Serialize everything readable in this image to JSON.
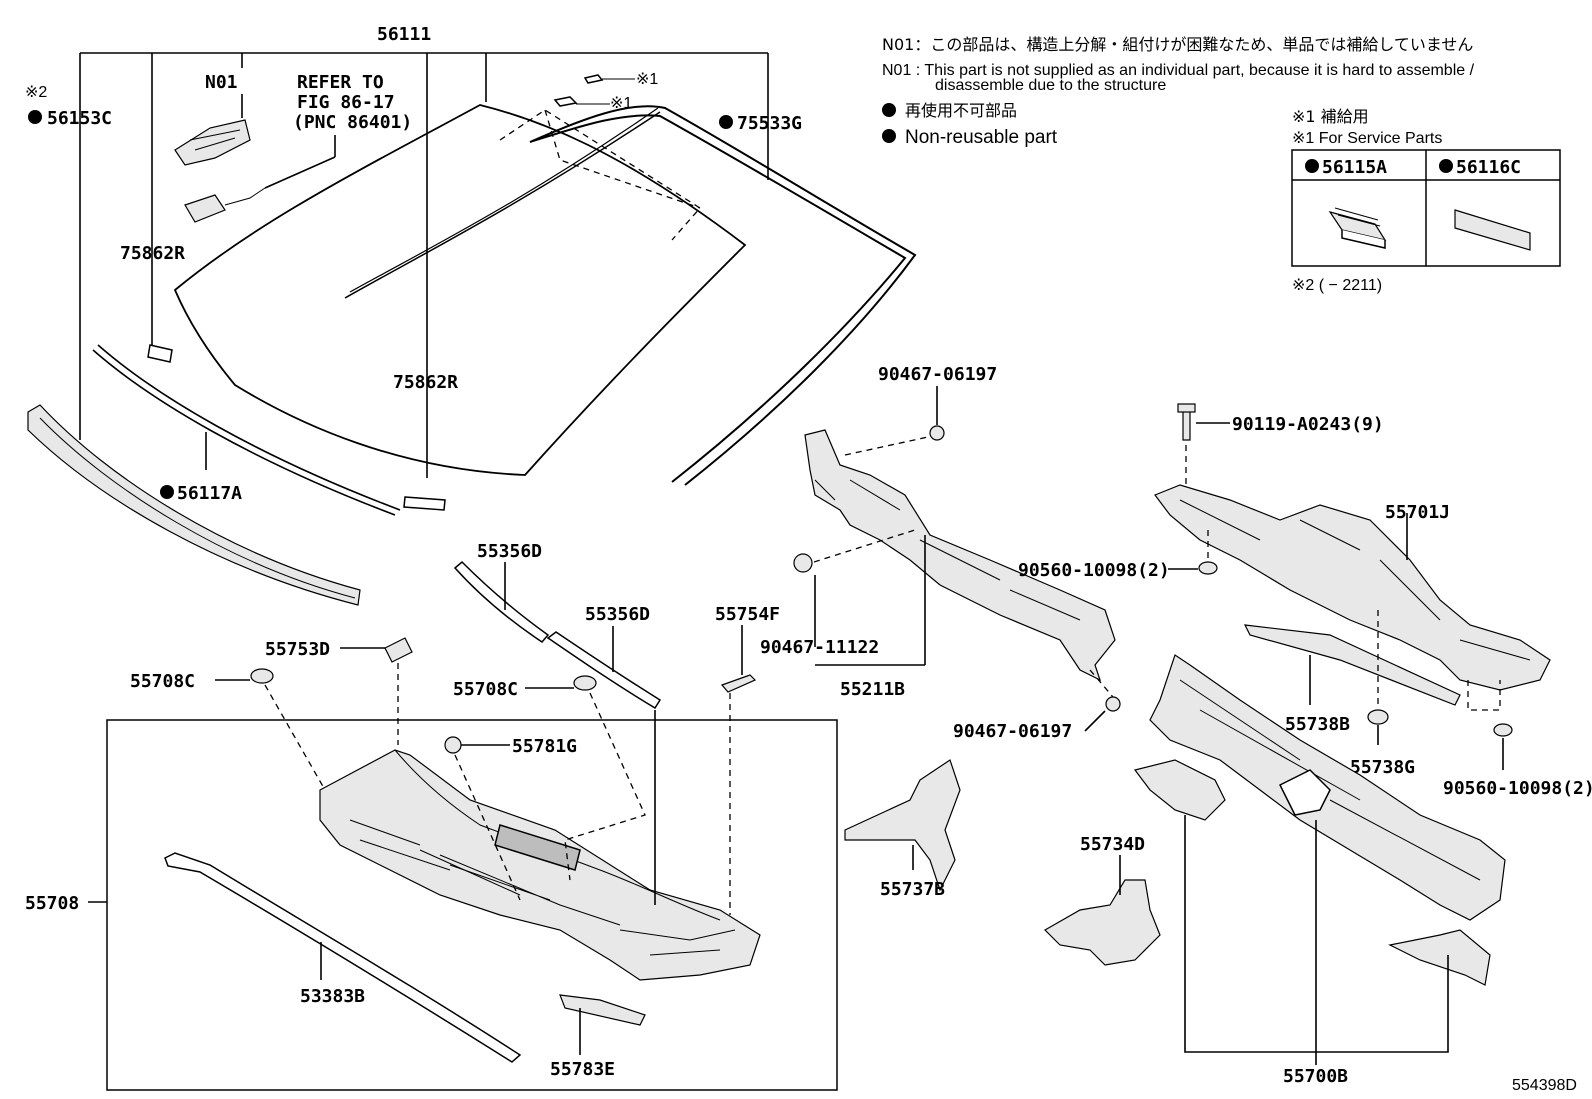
{
  "notes": {
    "n01_jp": "N01：この部品は、構造上分解・組付けが困難なため、単品では補給していません",
    "n01_en_line1": "N01 :  This part is not supplied as an individual part, because it is hard to assemble /",
    "n01_en_line2": "disassemble due to the structure",
    "nonreuse_jp": "再使用不可部品",
    "nonreuse_en": "Non-reusable part",
    "service_jp": "※1 補給用",
    "service_en": "※1 For Service Parts",
    "box_a": "56115A",
    "box_b": "56116C",
    "range_note": "※2 (      − 2211)",
    "mark1_a": "※1",
    "mark1_b": "※1",
    "mark2": "※2"
  },
  "labels": {
    "p56111": "56111",
    "pN01": "N01",
    "refer1": "REFER TO",
    "refer2": "FIG 86-17",
    "refer3": "(PNC 86401)",
    "p56153C": "56153C",
    "p75533G": "75533G",
    "p75862R_a": "75862R",
    "p75862R_b": "75862R",
    "p56117A": "56117A",
    "p55356D_a": "55356D",
    "p55356D_b": "55356D",
    "p55753D": "55753D",
    "p55708C_a": "55708C",
    "p55708C_b": "55708C",
    "p55754F": "55754F",
    "p55781G": "55781G",
    "p55708": "55708",
    "p53383B": "53383B",
    "p55783E": "55783E",
    "p90467_06197_a": "90467-06197",
    "p90467_11122": "90467-11122",
    "p55211B": "55211B",
    "p90467_06197_b": "90467-06197",
    "p55737B": "55737B",
    "p90119": "90119-A0243(9)",
    "p55701J": "55701J",
    "p90560_a": "90560-10098(2)",
    "p55738B": "55738B",
    "p55738G": "55738G",
    "p90560_b": "90560-10098(2)",
    "p55734D": "55734D",
    "p55700B": "55700B",
    "diagram_id": "554398D"
  }
}
